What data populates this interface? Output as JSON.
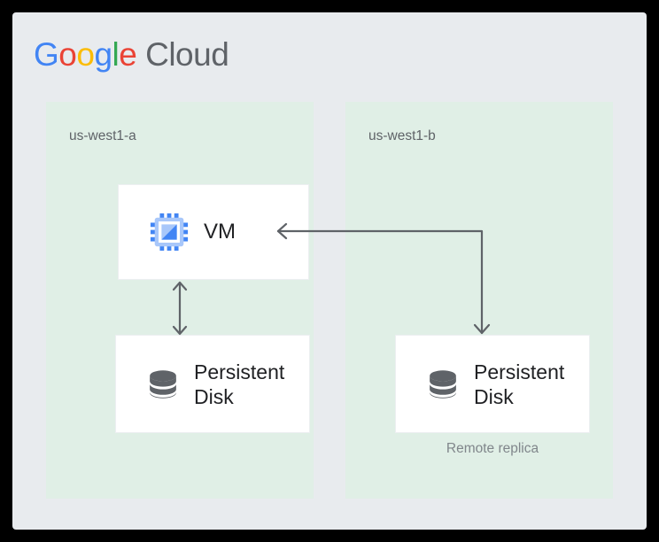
{
  "brand": {
    "logo_parts": [
      {
        "char": "G",
        "color": "#4285F4"
      },
      {
        "char": "o",
        "color": "#EA4335"
      },
      {
        "char": "o",
        "color": "#FBBC05"
      },
      {
        "char": "g",
        "color": "#4285F4"
      },
      {
        "char": "l",
        "color": "#34A853"
      },
      {
        "char": "e",
        "color": "#EA4335"
      }
    ],
    "google_text": "Google",
    "cloud_text": " Cloud"
  },
  "colors": {
    "page_background": "#000000",
    "canvas_background": "#e8ebee",
    "zone_background": "#e0efe6",
    "card_background": "#ffffff",
    "arrow": "#5f6368",
    "label_text": "#5F6368",
    "caption_text": "#80868b",
    "node_text": "#202124",
    "chip_blue": "#4285F4",
    "chip_light_blue": "#a8c7fa",
    "disk_gray": "#5f6368"
  },
  "zones": [
    {
      "id": "us-west1-a",
      "label": "us-west1-a",
      "nodes": [
        {
          "id": "vm",
          "label": "VM",
          "icon": "cpu-chip-icon"
        },
        {
          "id": "persistent-disk-a",
          "label": "Persistent\nDisk",
          "icon": "database-disk-icon"
        }
      ],
      "caption": ""
    },
    {
      "id": "us-west1-b",
      "label": "us-west1-b",
      "nodes": [
        {
          "id": "persistent-disk-b",
          "label": "Persistent\nDisk",
          "icon": "database-disk-icon"
        }
      ],
      "caption": "Remote replica"
    }
  ],
  "connections": [
    {
      "id": "vm-to-local-disk",
      "from": "vm",
      "to": "persistent-disk-a",
      "style": "bidirectional-vertical",
      "arrowheads": "both"
    },
    {
      "id": "replica-to-vm",
      "from": "persistent-disk-b",
      "to": "vm",
      "style": "elbow",
      "arrowheads": "both"
    }
  ]
}
